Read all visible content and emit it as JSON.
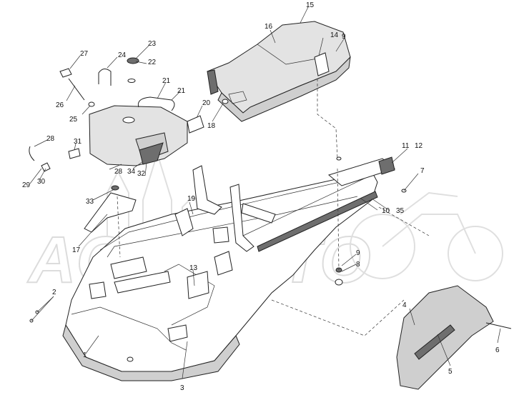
{
  "watermark": {
    "text": "AOKMOTO",
    "color": "#d9d9d9"
  },
  "callouts": [
    {
      "id": "c1",
      "text": "1"
    },
    {
      "id": "c2",
      "text": "2"
    },
    {
      "id": "c3",
      "text": "3"
    },
    {
      "id": "c4",
      "text": "4"
    },
    {
      "id": "c5",
      "text": "5"
    },
    {
      "id": "c6",
      "text": "6"
    },
    {
      "id": "c7",
      "text": "7"
    },
    {
      "id": "c8",
      "text": "8"
    },
    {
      "id": "c9a",
      "text": "9"
    },
    {
      "id": "c9b",
      "text": "9"
    },
    {
      "id": "c10",
      "text": "10"
    },
    {
      "id": "c11",
      "text": "11"
    },
    {
      "id": "c12",
      "text": "12"
    },
    {
      "id": "c13",
      "text": "13"
    },
    {
      "id": "c14",
      "text": "14"
    },
    {
      "id": "c15",
      "text": "15"
    },
    {
      "id": "c16",
      "text": "16"
    },
    {
      "id": "c17",
      "text": "17"
    },
    {
      "id": "c18",
      "text": "18"
    },
    {
      "id": "c19",
      "text": "19"
    },
    {
      "id": "c20",
      "text": "20"
    },
    {
      "id": "c21a",
      "text": "21"
    },
    {
      "id": "c21b",
      "text": "21"
    },
    {
      "id": "c22",
      "text": "22"
    },
    {
      "id": "c23",
      "text": "23"
    },
    {
      "id": "c24",
      "text": "24"
    },
    {
      "id": "c25",
      "text": "25"
    },
    {
      "id": "c26",
      "text": "26"
    },
    {
      "id": "c27",
      "text": "27"
    },
    {
      "id": "c28a",
      "text": "28"
    },
    {
      "id": "c28b",
      "text": "28"
    },
    {
      "id": "c29",
      "text": "29"
    },
    {
      "id": "c30",
      "text": "30"
    },
    {
      "id": "c31",
      "text": "31"
    },
    {
      "id": "c32",
      "text": "32"
    },
    {
      "id": "c33",
      "text": "33"
    },
    {
      "id": "c34",
      "text": "34"
    },
    {
      "id": "c35",
      "text": "35"
    }
  ]
}
